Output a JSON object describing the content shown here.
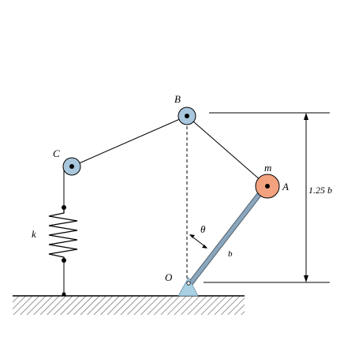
{
  "labels": {
    "B": "B",
    "C": "C",
    "A": "A",
    "O": "O",
    "m": "m",
    "k": "k",
    "theta": "θ",
    "b": "b",
    "height": "1.25 b"
  },
  "colors": {
    "pulley_fill": "#a9c7dc",
    "mass_fill": "#f2a27f",
    "rod_fill": "#8aa6bd",
    "pin_fill": "#a9d1e4",
    "line": "#000000",
    "hatch": "#555555"
  },
  "icons": {
    "pulley": "pulley-icon",
    "mass": "mass-disc-icon",
    "spring": "spring-icon",
    "support": "pin-support-icon"
  }
}
